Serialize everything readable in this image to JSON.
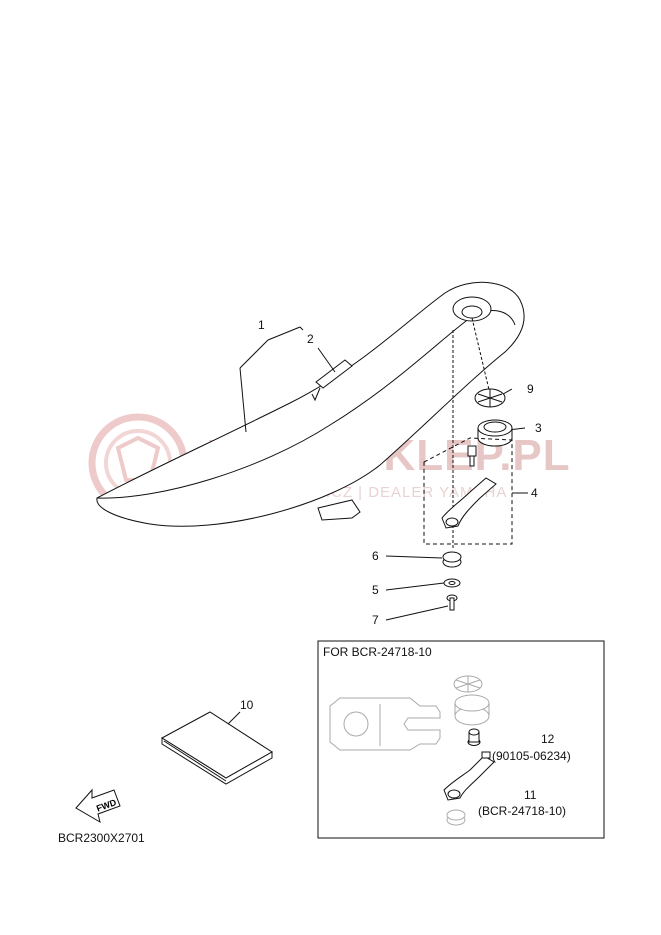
{
  "watermark": {
    "title": "YAMA-SKLEP.PL",
    "subtitle": "WOJCIECHOWICZ | DEALER YAMAHA",
    "color": "#e7c6c6"
  },
  "callouts": {
    "c1": "1",
    "c2": "2",
    "c3": "3",
    "c4": "4",
    "c5": "5",
    "c6": "6",
    "c7": "7",
    "c9": "9",
    "c10": "10",
    "c11": "11",
    "c12": "12"
  },
  "inset": {
    "title": "FOR BCR-24718-10",
    "part12_number": "(90105-06234)",
    "part11_number": "(BCR-24718-10)"
  },
  "fwd_label": "FWD",
  "drawing_code": "BCR2300X2701"
}
